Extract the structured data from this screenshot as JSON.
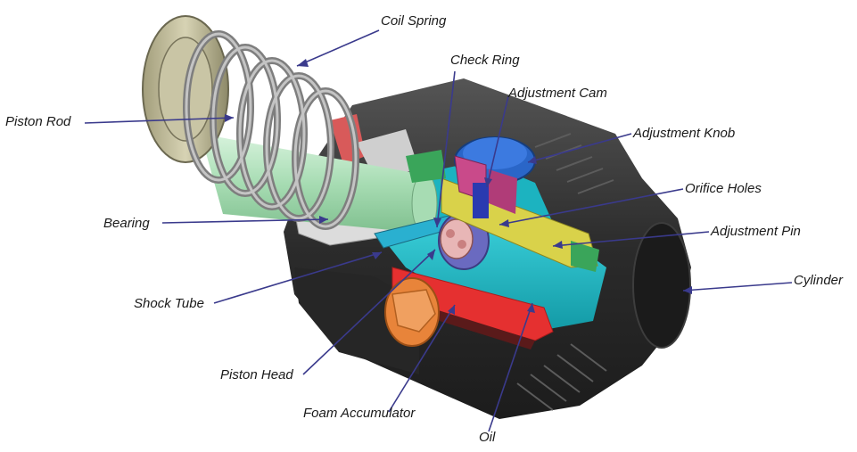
{
  "labels": {
    "coil_spring": "Coil Spring",
    "check_ring": "Check Ring",
    "adjustment_cam": "Adjustment Cam",
    "adjustment_knob": "Adjustment Knob",
    "orifice_holes": "Orifice Holes",
    "adjustment_pin": "Adjustment Pin",
    "cylinder": "Cylinder",
    "piston_rod": "Piston Rod",
    "bearing": "Bearing",
    "shock_tube": "Shock Tube",
    "piston_head": "Piston Head",
    "foam_accumulator": "Foam Accumulator",
    "oil": "Oil"
  },
  "colors": {
    "leader": "#3a3a8c",
    "housing": "#2c2c2c",
    "housing_light": "#4a4a4a",
    "spring": "#8a8a8a",
    "piston_rod": "#b9e6c4",
    "oil": "#1fc2cf",
    "foam": "#e83030",
    "piston_head": "#e8843a",
    "bearing": "#d9d9d9",
    "red_parts": "#d85a5a",
    "knob": "#2a66c8",
    "cam": "#c94a8a",
    "pin": "#d9d24a",
    "check_ring": "#6a6ac0",
    "green_parts": "#3aa55a"
  }
}
